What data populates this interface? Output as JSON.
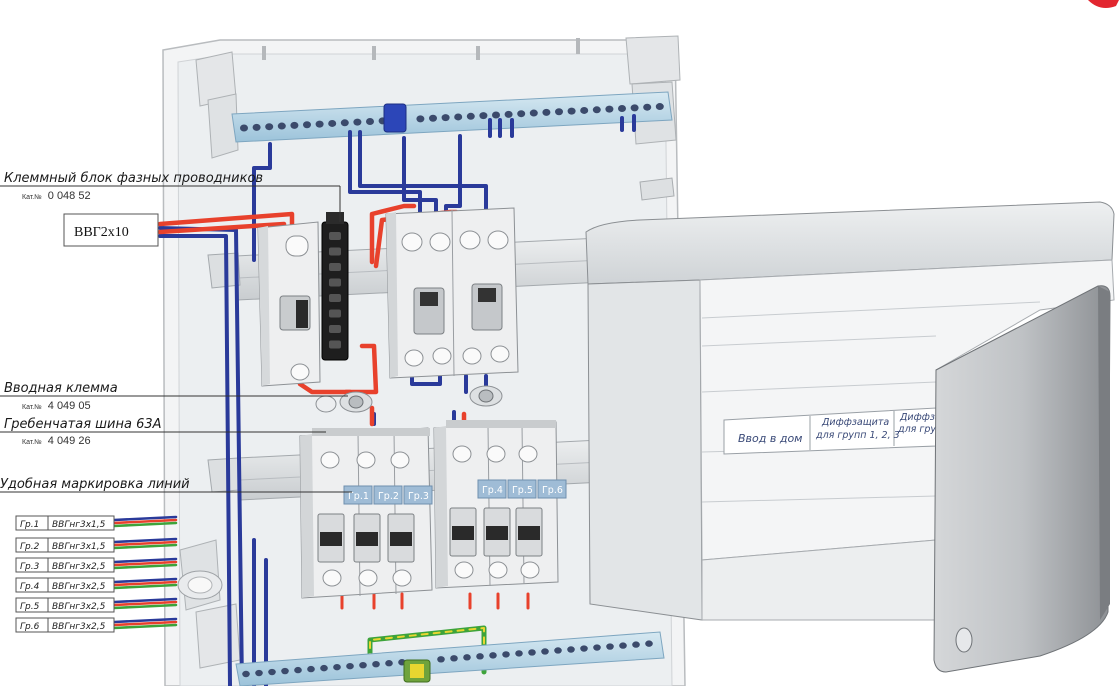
{
  "cable_label": "ВВГ2х10",
  "callouts": {
    "terminal_block": {
      "title": "Клеммный блок фазных проводников",
      "cat_prefix": "Кат.№",
      "cat_number": "0 048 52"
    },
    "input_terminal": {
      "title": "Вводная клемма",
      "cat_prefix": "Кат.№",
      "cat_number": "4 049 05"
    },
    "busbar": {
      "title": "Гребенчатая шина 63А",
      "cat_prefix": "Кат.№",
      "cat_number": "4 049 26"
    },
    "line_marking": {
      "title": "Удобная маркировка линий"
    }
  },
  "groups": [
    {
      "label": "Гр.1",
      "cable": "ВВГнг3х1,5"
    },
    {
      "label": "Гр.2",
      "cable": "ВВГнг3х1,5"
    },
    {
      "label": "Гр.3",
      "cable": "ВВГнг3х2,5"
    },
    {
      "label": "Гр.4",
      "cable": "ВВГнг3х2,5"
    },
    {
      "label": "Гр.5",
      "cable": "ВВГнг3х2,5"
    },
    {
      "label": "Гр.6",
      "cable": "ВВГнг3х2,5"
    }
  ],
  "breaker_labels": [
    "Гр.1",
    "Гр.2",
    "Гр.3",
    "Гр.4",
    "Гр.5",
    "Гр.6"
  ],
  "door_labels": {
    "input": "Ввод в дом",
    "diff1_line1": "Диффзащита",
    "diff1_line2": "для групп 1, 2, 3",
    "diff2_line1": "Диффза",
    "diff2_line2": "для груп"
  },
  "colors": {
    "phase_wire": "#e8412c",
    "neutral_wire": "#2a3a9a",
    "earth_wire_green": "#3da33a",
    "earth_wire_yellow": "#e8d630",
    "enclosure": "#eceff1",
    "din_rail": "#d8dcdf",
    "bus_bar": "#b9d6e6",
    "breaker_body": "#f2f2f2",
    "breaker_handle": "#2a2a2a",
    "label_window": "#9fbcd6",
    "brand_accent": "#e2262f"
  }
}
